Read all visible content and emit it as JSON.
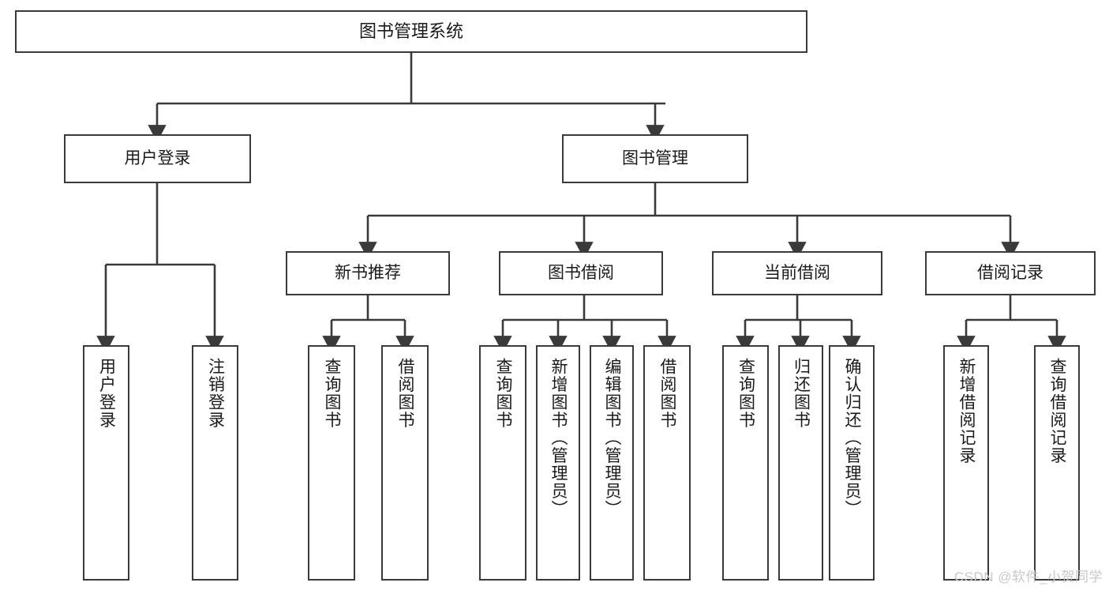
{
  "diagram": {
    "title": "图书管理系统",
    "type": "tree-hierarchy-chart",
    "orientation": "top-down",
    "colors": {
      "box_border": "#3a3a3a",
      "box_fill": "#ffffff",
      "edge": "#3a3a3a",
      "text": "#1a1a1a",
      "watermark": "#c8c8c8"
    },
    "watermark": "CSDN @软件_小贺同学"
  },
  "nodes": {
    "root": {
      "id": "root",
      "label": "图书管理系统",
      "level": 1
    },
    "level2": [
      {
        "id": "user-login",
        "label": "用户登录",
        "level": 2
      },
      {
        "id": "book-manage",
        "label": "图书管理",
        "level": 2
      }
    ],
    "level3": [
      {
        "id": "new-book-recommend",
        "label": "新书推荐",
        "level": 3,
        "parent": "book-manage"
      },
      {
        "id": "book-borrow",
        "label": "图书借阅",
        "level": 3,
        "parent": "book-manage"
      },
      {
        "id": "current-borrow",
        "label": "当前借阅",
        "level": 3,
        "parent": "book-manage"
      },
      {
        "id": "borrow-record",
        "label": "借阅记录",
        "level": 3,
        "parent": "book-manage"
      }
    ],
    "leaves": [
      {
        "id": "leaf-user-login",
        "label": "用户登录",
        "parent": "user-login"
      },
      {
        "id": "leaf-user-logout",
        "label": "注销登录",
        "parent": "user-login"
      },
      {
        "id": "leaf-query-book-1",
        "label": "查询图书",
        "parent": "new-book-recommend"
      },
      {
        "id": "leaf-borrow-book-1",
        "label": "借阅图书",
        "parent": "new-book-recommend"
      },
      {
        "id": "leaf-query-book-2",
        "label": "查询图书",
        "parent": "book-borrow"
      },
      {
        "id": "leaf-add-book",
        "label": "新增图书（管理员）",
        "parent": "book-borrow"
      },
      {
        "id": "leaf-edit-book",
        "label": "编辑图书（管理员）",
        "parent": "book-borrow"
      },
      {
        "id": "leaf-borrow-book-2",
        "label": "借阅图书",
        "parent": "book-borrow"
      },
      {
        "id": "leaf-query-book-3",
        "label": "查询图书",
        "parent": "current-borrow"
      },
      {
        "id": "leaf-return-book",
        "label": "归还图书",
        "parent": "current-borrow"
      },
      {
        "id": "leaf-confirm-return",
        "label": "确认归还（管理员）",
        "parent": "current-borrow"
      },
      {
        "id": "leaf-add-record",
        "label": "新增借阅记录",
        "parent": "borrow-record"
      },
      {
        "id": "leaf-query-record",
        "label": "查询借阅记录",
        "parent": "borrow-record"
      }
    ]
  }
}
